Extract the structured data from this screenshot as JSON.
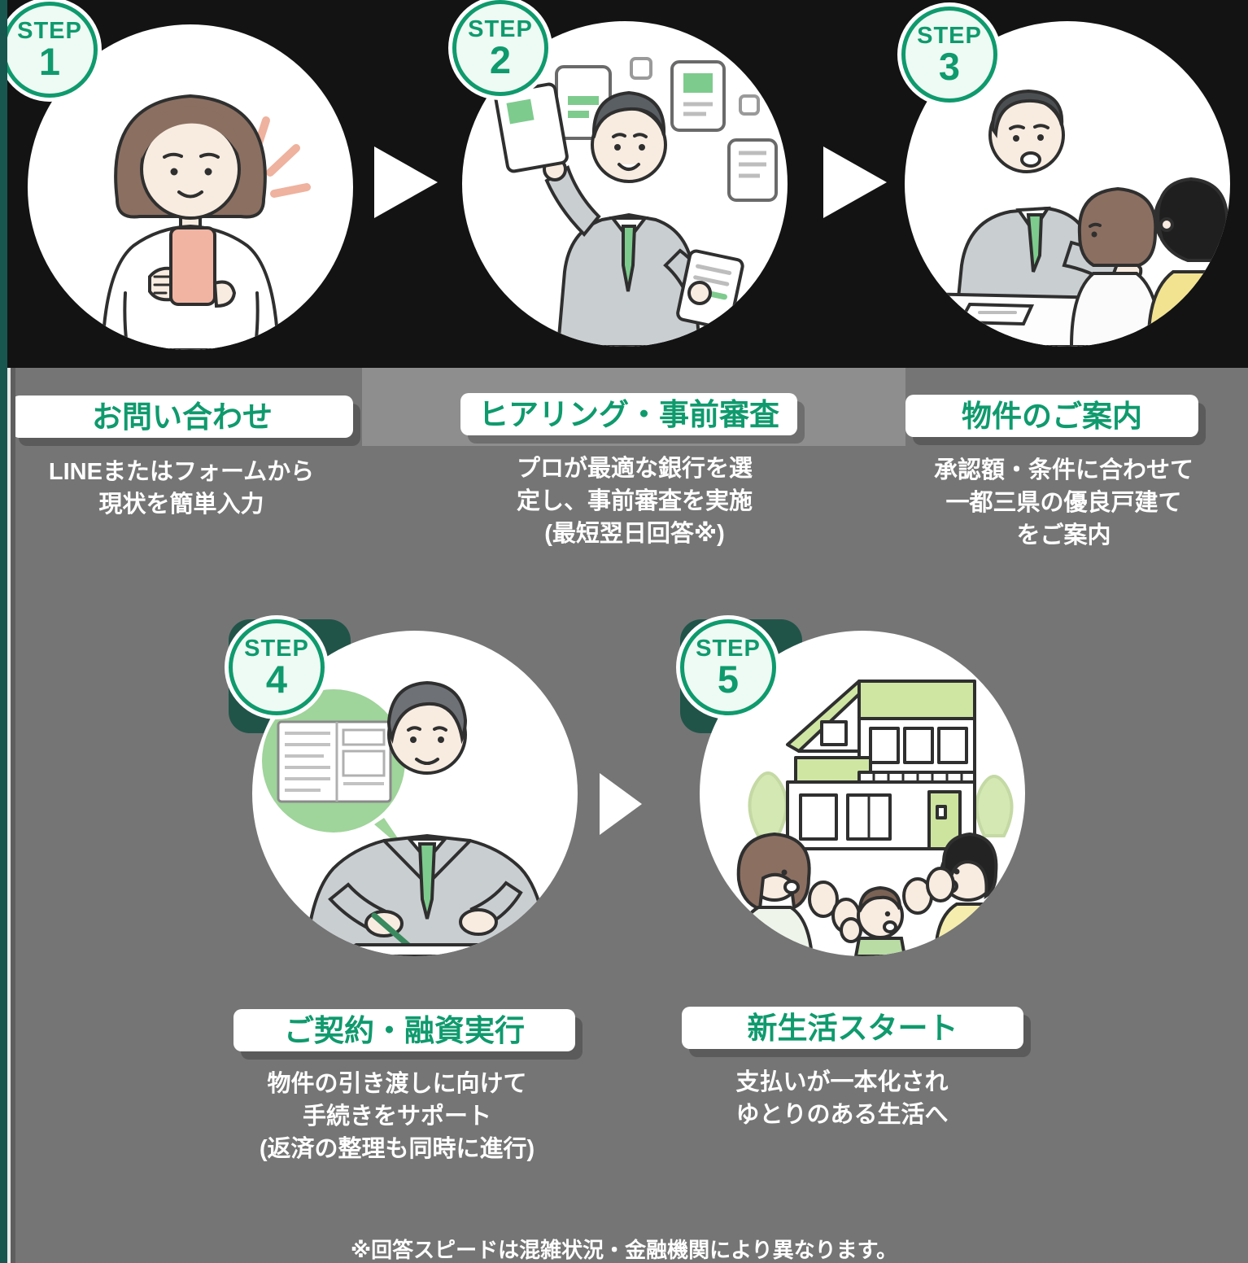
{
  "colors": {
    "accent_green": "#0f9a6d",
    "badge_fill": "#eefaf4",
    "background_gray": "#757575",
    "top_band_black": "#131313",
    "left_strip_teal": "#17574f",
    "text_white": "#ffffff",
    "illustration_green": "#7ecb8e",
    "house_green": "#cfe6a3"
  },
  "steps": [
    {
      "badge": {
        "word": "STEP",
        "number": "1"
      },
      "label": "お問い合わせ",
      "desc_lines": [
        "LINEまたはフォームから",
        "現状を簡単入力"
      ],
      "illustration": "woman-using-smartphone"
    },
    {
      "badge": {
        "word": "STEP",
        "number": "2"
      },
      "label": "ヒアリング・事前審査",
      "desc_lines": [
        "プロが最適な銀行を選",
        "定し、事前審査を実施",
        "(最短翌日回答※)"
      ],
      "illustration": "consultant-comparing-documents"
    },
    {
      "badge": {
        "word": "STEP",
        "number": "3"
      },
      "label": "物件のご案内",
      "desc_lines": [
        "承認額・条件に合わせて",
        "一都三県の優良戸建て",
        "をご案内"
      ],
      "illustration": "agent-meeting-couple"
    },
    {
      "badge": {
        "word": "STEP",
        "number": "4"
      },
      "label": "ご契約・融資実行",
      "desc_lines": [
        "物件の引き渡しに向けて",
        "手続きをサポート",
        "(返済の整理も同時に進行)"
      ],
      "illustration": "contract-signing"
    },
    {
      "badge": {
        "word": "STEP",
        "number": "5"
      },
      "label": "新生活スタート",
      "desc_lines": [
        "支払いが一本化され",
        "ゆとりのある生活へ"
      ],
      "illustration": "family-new-home"
    }
  ],
  "note": {
    "text": "※回答スピードは混雑状況・金融機関により異なります。"
  }
}
